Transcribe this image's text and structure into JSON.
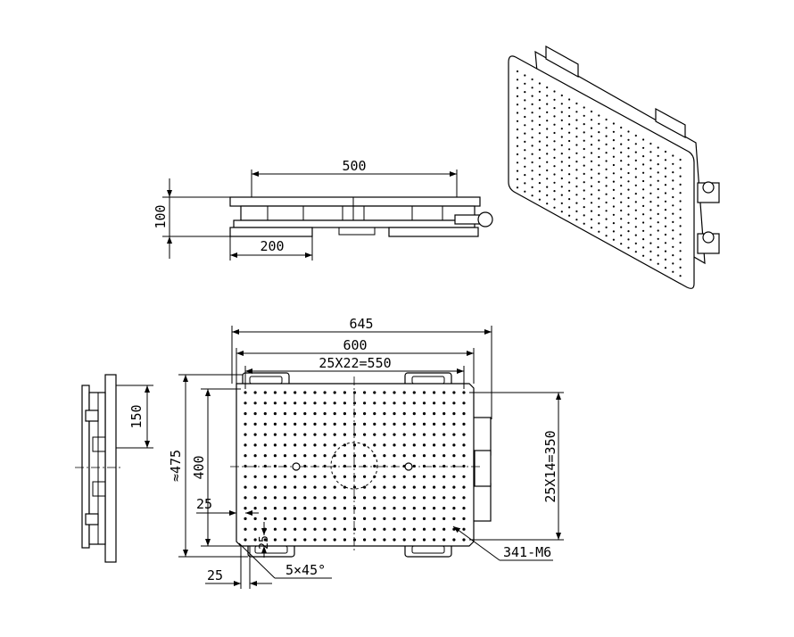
{
  "drawing": {
    "side_view": {
      "dim_width": "500",
      "dim_height": "100",
      "dim_offset": "200"
    },
    "top_view": {
      "dim_overall_width": "645",
      "dim_plate_width": "600",
      "dim_hole_pitch_x": "25X22=550",
      "dim_overall_height": "≈475",
      "dim_plate_height": "400",
      "dim_left_margin": "25",
      "dim_bottom_margin": "25",
      "dim_bottom_left": "25",
      "dim_chamfer": "5×45°",
      "dim_hole_pitch_y": "25X14=350",
      "hole_callout": "341-M6",
      "hole_grid": {
        "cols": 23,
        "rows": 15
      }
    },
    "end_view": {
      "dim_height": "150"
    }
  }
}
